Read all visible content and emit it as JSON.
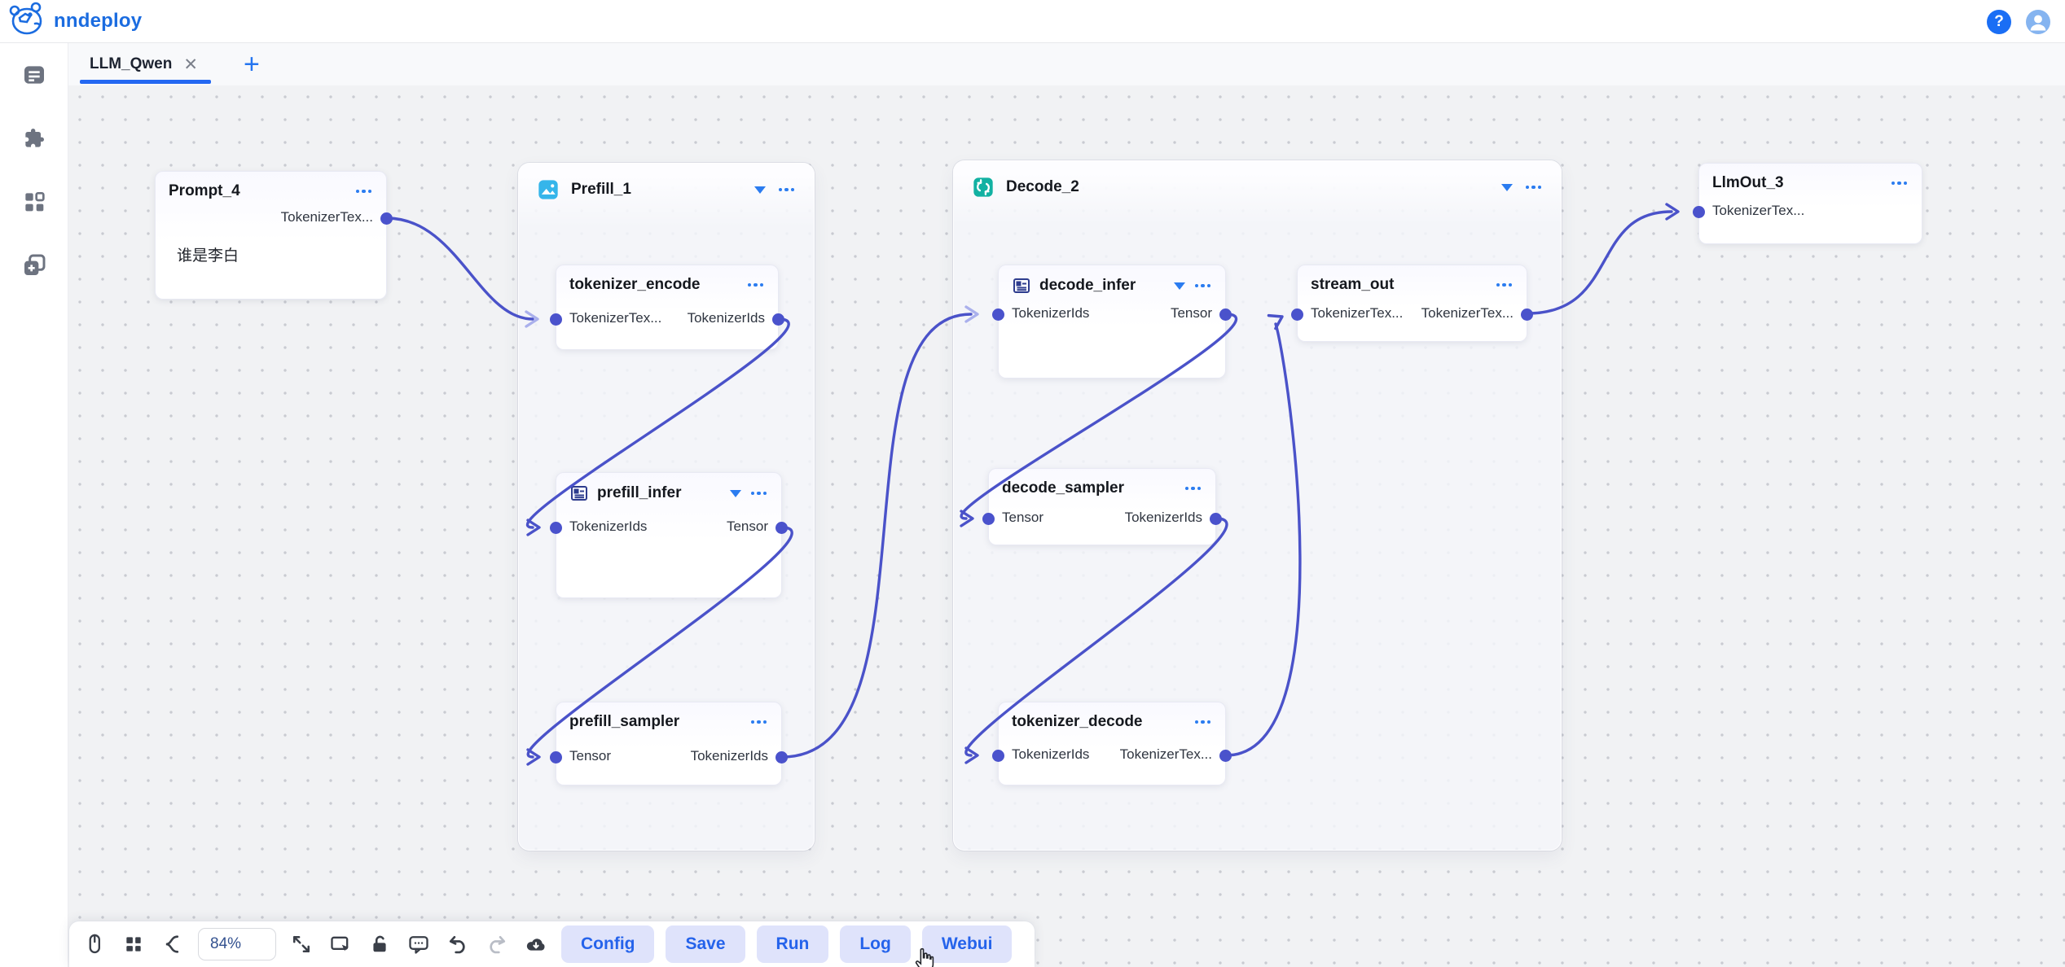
{
  "header": {
    "brand": "nndeploy",
    "help_icon": "help-question-icon",
    "avatar_icon": "user-avatar-icon"
  },
  "tabs": {
    "active": {
      "label": "LLM_Qwen",
      "close_icon": "close-icon"
    },
    "add_icon": "plus-icon",
    "accent_color": "#2468f2"
  },
  "sidebar": {
    "icons": [
      "document-list-icon",
      "plugin-puzzle-icon",
      "dashboard-grid-icon",
      "add-copy-icon"
    ]
  },
  "nodes": {
    "prompt4": {
      "title": "Prompt_4",
      "out": "TokenizerTex...",
      "text": "谁是李白"
    },
    "prefill": {
      "title": "Prefill_1",
      "icon": "image-icon"
    },
    "tokenizer_encode": {
      "title": "tokenizer_encode",
      "in": "TokenizerTex...",
      "out": "TokenizerIds"
    },
    "prefill_infer": {
      "title": "prefill_infer",
      "icon": "inference-form-icon",
      "in": "TokenizerIds",
      "out": "Tensor"
    },
    "prefill_sampler": {
      "title": "prefill_sampler",
      "in": "Tensor",
      "out": "TokenizerIds"
    },
    "decode": {
      "title": "Decode_2",
      "icon": "loop-refresh-icon"
    },
    "decode_infer": {
      "title": "decode_infer",
      "icon": "inference-form-icon",
      "in": "TokenizerIds",
      "out": "Tensor"
    },
    "stream_out": {
      "title": "stream_out",
      "in": "TokenizerTex...",
      "out": "TokenizerTex..."
    },
    "decode_sampler": {
      "title": "decode_sampler",
      "in": "Tensor",
      "out": "TokenizerIds"
    },
    "tokenizer_decode": {
      "title": "tokenizer_decode",
      "in": "TokenizerIds",
      "out": "TokenizerTex..."
    },
    "llmout3": {
      "title": "LlmOut_3",
      "in": "TokenizerTex..."
    }
  },
  "edges": {
    "color": "#4a52c9",
    "port_color": "#4a52cc",
    "list": [
      "Prompt_4.TokenizerTex → tokenizer_encode.TokenizerTex",
      "tokenizer_encode.TokenizerIds → prefill_infer.TokenizerIds",
      "prefill_infer.Tensor → prefill_sampler.Tensor",
      "prefill_sampler.TokenizerIds → decode_infer.TokenizerIds",
      "decode_infer.Tensor → decode_sampler.Tensor",
      "decode_sampler.TokenizerIds → tokenizer_decode.TokenizerIds",
      "tokenizer_decode.TokenizerTex → stream_out.TokenizerTex",
      "stream_out.TokenizerTex → LlmOut_3.TokenizerTex"
    ]
  },
  "toolbar": {
    "zoom": "84%",
    "icons": [
      "mouse-icon",
      "layout-grid-icon",
      "tree-branch-icon",
      "fit-view-icon",
      "select-box-icon",
      "lock-icon",
      "comment-icon",
      "undo-icon",
      "redo-icon",
      "cloud-download-icon"
    ],
    "buttons": {
      "config": "Config",
      "save": "Save",
      "run": "Run",
      "log": "Log",
      "webui": "Webui"
    }
  }
}
